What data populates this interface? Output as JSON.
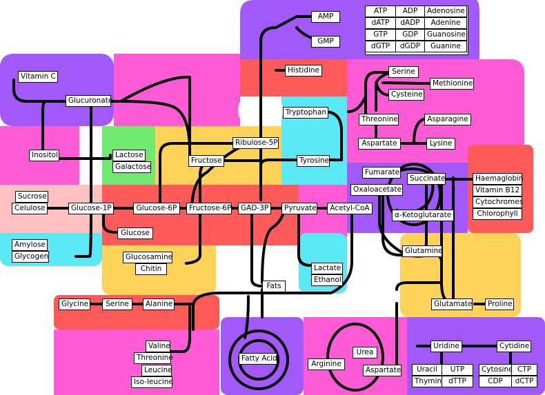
{
  "diagram": {
    "colors": {
      "purple": "#a259f7",
      "pink": "#ff5bd6",
      "red": "#ff5a5a",
      "orange": "#ffd35a",
      "cyan": "#5ae8f5",
      "green": "#6fe96f",
      "lightpink": "#ffc0c0",
      "line": "#000000"
    },
    "nodes": {
      "amp": "AMP",
      "gmp": "GMP",
      "atp": "ATP",
      "adp": "ADP",
      "adenosine": "Adenosine",
      "datp": "dATP",
      "dadp": "dADP",
      "adenine": "Adenine",
      "gtp": "GTP",
      "gdp": "GDP",
      "guanosine": "Guanosine",
      "dgtp": "dGTP",
      "dgdp": "dGDP",
      "guanine": "Guanine",
      "vitamin_c": "Vitamin C",
      "glucuronate": "Glucuronate",
      "histidine": "Histidine",
      "serine_top": "Serine",
      "methionine": "Methionine",
      "cysteine": "Cysteine",
      "tryptophan": "Tryptophan",
      "threonine_top": "Threonine",
      "asparagine": "Asparagine",
      "aspartate_top": "Aspartate",
      "lysine": "Lysine",
      "inositol": "Inositol",
      "lactose": "Lactose",
      "galactose": "Galactose",
      "ribulose5p": "Ribulose-5P",
      "fructose": "Fructose",
      "tyrosine": "Tyrosine",
      "fumarate": "Fumarate",
      "succinate": "Succinate",
      "oxaloacetate": "Oxaloacetate",
      "haemaglobin": "Haemaglobin",
      "vitaminb12": "Vitamin B12",
      "cytochromes": "Cytochromes",
      "chlorophyll": "Chlorophyll",
      "sucrose": "Sucrose",
      "celulose": "Celulose",
      "glucose1p": "Glucose-1P",
      "glucose6p": "Glucose-6P",
      "fructose6p": "Fructose-6P",
      "gad3p": "GAD-3P",
      "pyruvate": "Pyruvate",
      "acetylcoa": "Acetyl-CoA",
      "akg": "α-Ketoglutarate",
      "glucose": "Glucose",
      "amylose": "Amylose",
      "glycogen": "Glycogen",
      "glutamine": "Glutamine",
      "glucosamine": "Glucosamine",
      "chitin": "Chitin",
      "lactate": "Lactate",
      "ethanol": "Ethanol",
      "fats": "Fats",
      "glycine": "Glycine",
      "serine_bottom": "Serine",
      "alanine": "Alanine",
      "glutamate": "Glutamate",
      "proline": "Proline",
      "valine": "Valine",
      "threonine_bottom": "Threonine",
      "leucine": "Leucine",
      "isoleucine": "Iso-leucine",
      "fattyacid": "Fatty Acid",
      "urea": "Urea",
      "arginine": "Arginine",
      "aspartate_bottom": "Aspartate",
      "uridine": "Uridine",
      "cytidine": "Cytidine",
      "uracil": "Uracil",
      "utp": "UTP",
      "thymine": "Thymine",
      "dttp": "dTTP",
      "cytosine": "Cytosine",
      "ctp": "CTP",
      "cdp": "CDP",
      "dctp": "dCTP"
    }
  }
}
